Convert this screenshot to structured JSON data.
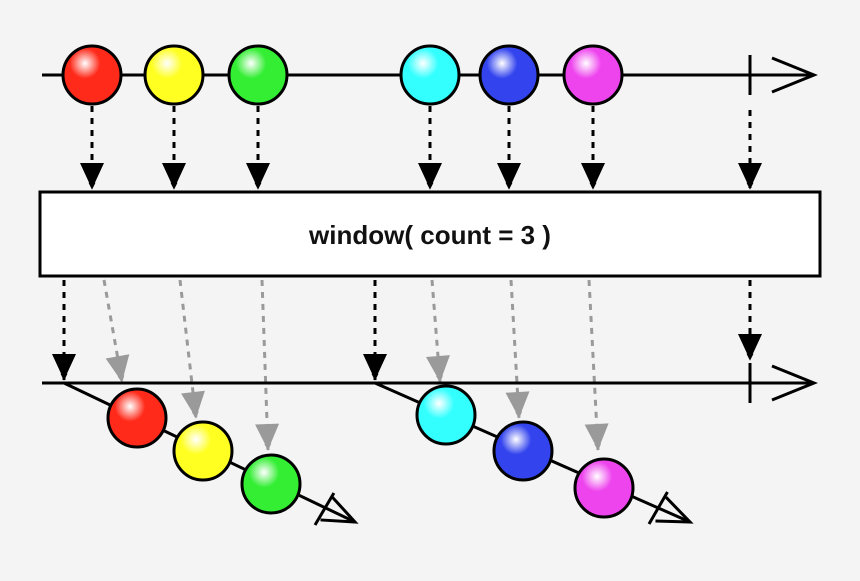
{
  "operator": {
    "label": "window( count = 3 )"
  },
  "colors": {
    "red": "#ff2a1a",
    "yellow": "#ffff22",
    "green": "#33ee33",
    "cyan": "#33ffff",
    "blue": "#3344ee",
    "magenta": "#ee44ee",
    "line": "#000000",
    "ghost": "#9a9a9a"
  },
  "source": {
    "items": [
      "red",
      "yellow",
      "green",
      "cyan",
      "blue",
      "magenta"
    ]
  },
  "windows": [
    {
      "items": [
        "red",
        "yellow",
        "green"
      ]
    },
    {
      "items": [
        "cyan",
        "blue",
        "magenta"
      ]
    }
  ]
}
